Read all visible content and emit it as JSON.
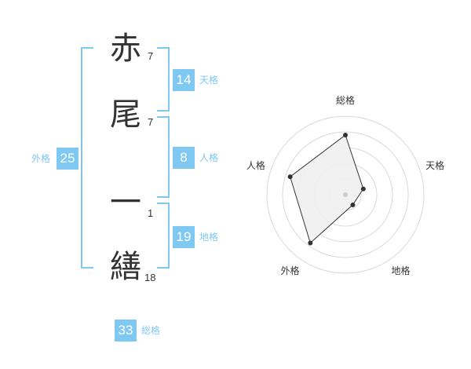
{
  "name": {
    "characters": [
      {
        "char": "赤",
        "strokes": "7"
      },
      {
        "char": "尾",
        "strokes": "7"
      },
      {
        "char": "一",
        "strokes": "1"
      },
      {
        "char": "繕",
        "strokes": "18"
      }
    ]
  },
  "fortunes": {
    "ten": {
      "value": "14",
      "label": "天格"
    },
    "jin": {
      "value": "8",
      "label": "人格"
    },
    "chi": {
      "value": "19",
      "label": "地格"
    },
    "gai": {
      "value": "25",
      "label": "外格"
    },
    "sou": {
      "value": "33",
      "label": "総格"
    }
  },
  "chart_data": {
    "type": "radar",
    "axes": [
      "総格",
      "天格",
      "地格",
      "外格",
      "人格"
    ],
    "values": [
      0.76,
      0.24,
      0.16,
      0.76,
      0.74
    ],
    "rings": 5,
    "fill": "#f0f0f0",
    "stroke": "#333333",
    "ring_color": "#d9d9d9",
    "center_color": "#cccccc"
  },
  "colors": {
    "accent": "#7fc8f2",
    "text": "#333333"
  }
}
